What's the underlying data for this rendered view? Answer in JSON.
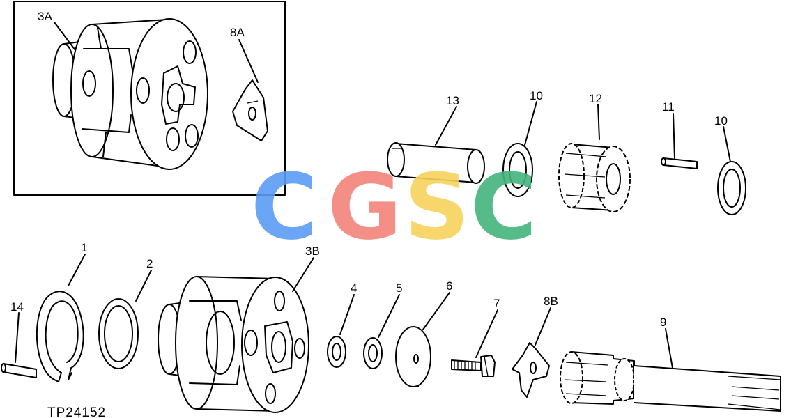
{
  "figure_id": "TP24152",
  "watermark": {
    "letters": [
      {
        "char": "C",
        "color": "#5b9cf5"
      },
      {
        "char": "G",
        "color": "#f2837b"
      },
      {
        "char": "S",
        "color": "#f7d35c"
      },
      {
        "char": "C",
        "color": "#43b57d"
      }
    ]
  },
  "callouts": {
    "c3A": "3A",
    "c8A": "8A",
    "c13": "13",
    "c10a": "10",
    "c12": "12",
    "c11": "11",
    "c10b": "10",
    "c1": "1",
    "c2": "2",
    "c3B": "3B",
    "c4": "4",
    "c5": "5",
    "c6": "6",
    "c7": "7",
    "c8B": "8B",
    "c9": "9",
    "c14": "14"
  }
}
